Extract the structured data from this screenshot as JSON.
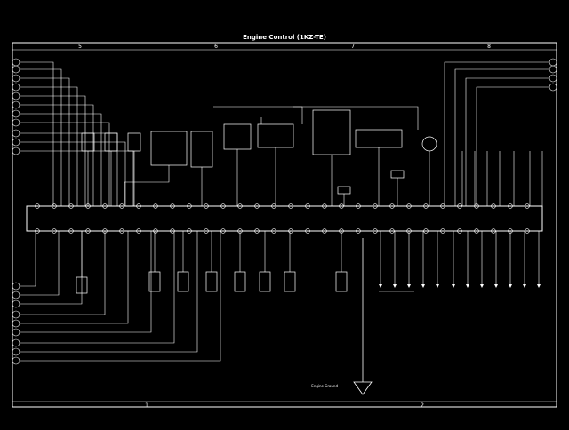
{
  "diagram": {
    "title": "Engine Control (1KZ-TE)",
    "top_grid": [
      "5",
      "6",
      "7",
      "8"
    ],
    "bottom_grid": [
      "1",
      "2"
    ],
    "ground_label": "Engine Ground"
  }
}
